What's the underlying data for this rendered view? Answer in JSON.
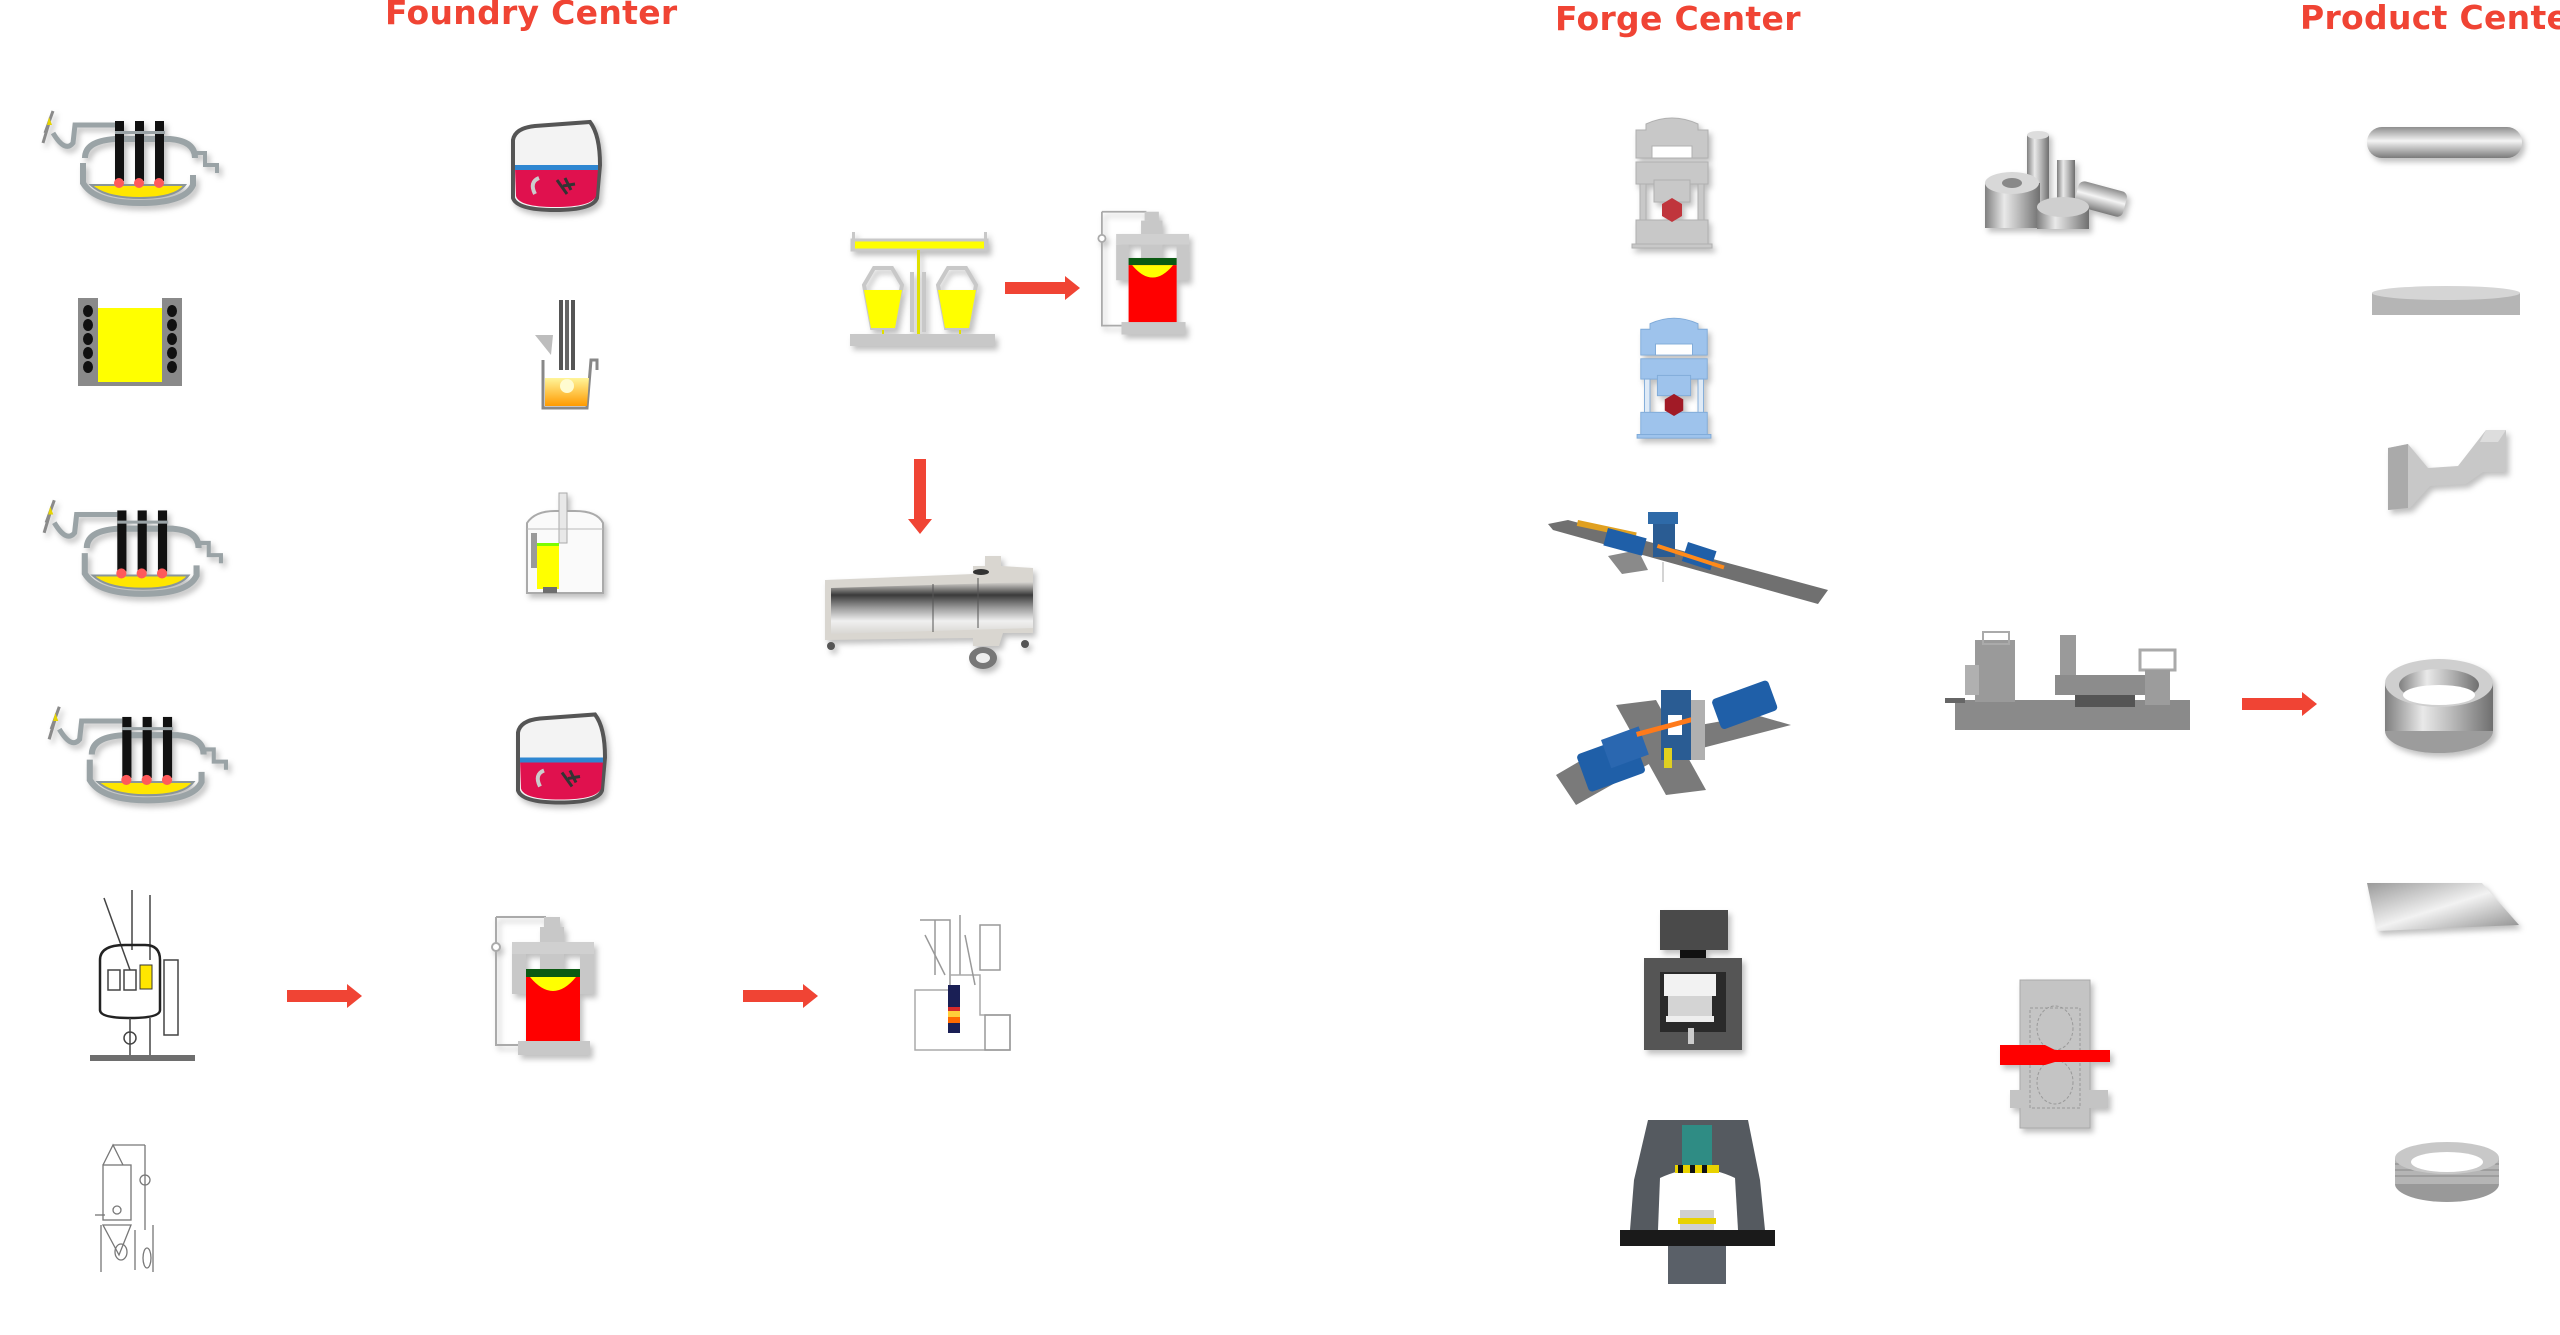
{
  "sections": {
    "foundry": {
      "title": "Foundry Center"
    },
    "forge": {
      "title": "Forge Center"
    },
    "product": {
      "title": "Product Center"
    }
  },
  "colors": {
    "title": "#F04434",
    "arrow": "#F04434",
    "molten_yellow": "#FFFF00",
    "molten_red": "#FF0000",
    "ladle_melt": "#E0114E",
    "slag_blue": "#2E86D1",
    "equipment_gray": "#C8C8C8",
    "machine_blue": "#1F5FA8",
    "press_blue": "#9EC3EC"
  },
  "foundry_equipment": [
    {
      "id": "eaf-1",
      "icon": "electric-arc-furnace-icon"
    },
    {
      "id": "induction-furnace",
      "icon": "induction-furnace-icon"
    },
    {
      "id": "eaf-2",
      "icon": "electric-arc-furnace-icon"
    },
    {
      "id": "eaf-3",
      "icon": "electric-arc-furnace-icon"
    },
    {
      "id": "vim-furnace",
      "icon": "vacuum-induction-melting-icon"
    },
    {
      "id": "vacuum-tower",
      "icon": "vacuum-degassing-tower-icon"
    },
    {
      "id": "ladle-1",
      "icon": "refining-ladle-icon"
    },
    {
      "id": "ladle-furnace",
      "icon": "ladle-furnace-icon"
    },
    {
      "id": "vd-vessel",
      "icon": "vacuum-degassing-vessel-icon"
    },
    {
      "id": "ladle-2",
      "icon": "refining-ladle-icon"
    },
    {
      "id": "esr-mold",
      "icon": "electroslag-remelting-icon"
    },
    {
      "id": "var-furnace",
      "icon": "vacuum-arc-remelting-icon"
    },
    {
      "id": "vacuum-pouring",
      "icon": "vacuum-pouring-icon"
    },
    {
      "id": "ingot-mold",
      "icon": "ingot-mold-icon"
    },
    {
      "id": "pipe-casting",
      "icon": "cast-pipe-icon"
    }
  ],
  "forge_equipment": [
    {
      "id": "press-gray",
      "icon": "hydraulic-press-icon"
    },
    {
      "id": "press-blue",
      "icon": "hydraulic-press-icon"
    },
    {
      "id": "forging-line-1",
      "icon": "forging-line-icon"
    },
    {
      "id": "forging-line-2",
      "icon": "forging-line-icon"
    },
    {
      "id": "press-dark",
      "icon": "open-die-press-icon"
    },
    {
      "id": "c-frame-press",
      "icon": "c-frame-press-icon"
    },
    {
      "id": "forgings-group",
      "icon": "forged-parts-icon"
    },
    {
      "id": "ring-rolling-mill",
      "icon": "ring-rolling-mill-icon"
    },
    {
      "id": "rolling-stand",
      "icon": "rolling-stand-icon"
    }
  ],
  "products": [
    {
      "id": "bar",
      "icon": "round-bar-icon"
    },
    {
      "id": "disc",
      "icon": "disc-icon"
    },
    {
      "id": "profile",
      "icon": "shaped-forging-icon"
    },
    {
      "id": "ring",
      "icon": "ring-icon"
    },
    {
      "id": "plate",
      "icon": "plate-icon"
    },
    {
      "id": "coil",
      "icon": "wire-coil-icon"
    }
  ],
  "flow_arrows": [
    {
      "id": "vim-to-esr",
      "direction": "right"
    },
    {
      "id": "esr-to-var",
      "direction": "right"
    },
    {
      "id": "pour-to-mold",
      "direction": "right"
    },
    {
      "id": "pour-to-pipe",
      "direction": "down"
    },
    {
      "id": "mill-to-products",
      "direction": "right"
    }
  ]
}
